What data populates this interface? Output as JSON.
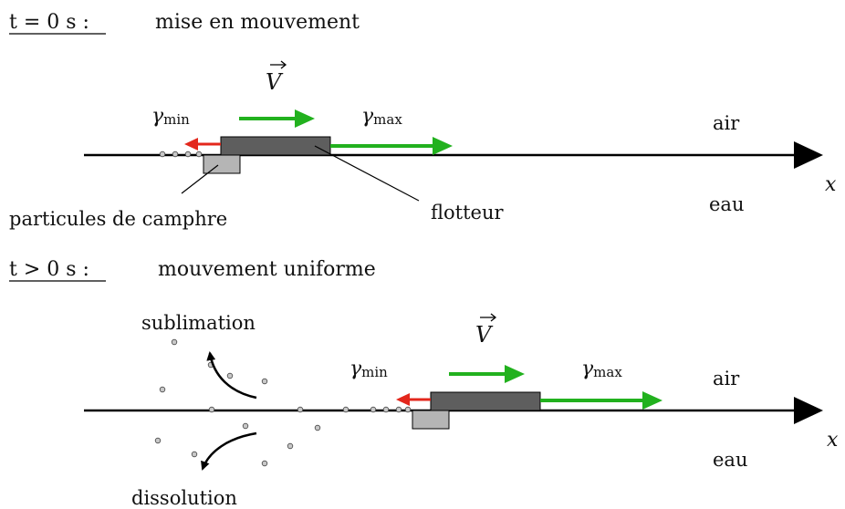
{
  "colors": {
    "thrust": "#22b11e",
    "drag": "#e3271c",
    "float": "#5e5e5e",
    "camphor_block": "#b5b5b5",
    "particle": "#c8c8c8",
    "line": "#000000"
  },
  "panel1": {
    "time_label": "t = 0 s :",
    "title": "mise en mouvement",
    "velocity_label": "V",
    "gamma_min": "γ",
    "gamma_min_sub": "min",
    "gamma_max": "γ",
    "gamma_max_sub": "max",
    "air_label": "air",
    "water_label": "eau",
    "axis_label": "x",
    "camphor_label": "particules de camphre",
    "float_label": "flotteur"
  },
  "panel2": {
    "time_label": "t > 0 s :",
    "title": "mouvement uniforme",
    "velocity_label": "V",
    "gamma_min": "γ",
    "gamma_min_sub": "min",
    "gamma_max": "γ",
    "gamma_max_sub": "max",
    "air_label": "air",
    "water_label": "eau",
    "axis_label": "x",
    "sublimation_label": "sublimation",
    "dissolution_label": "dissolution"
  }
}
